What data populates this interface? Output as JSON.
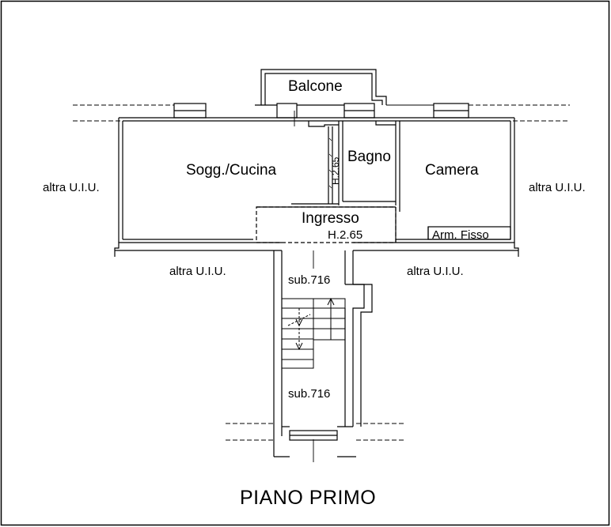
{
  "plan": {
    "title": "PIANO PRIMO",
    "rooms": {
      "balcone": "Balcone",
      "soggiorno_cucina": "Sogg./Cucina",
      "bagno": "Bagno",
      "camera": "Camera",
      "ingresso": "Ingresso",
      "arm_fisso": "Arm. Fisso"
    },
    "heights": {
      "ingresso_height": "H.2.65",
      "bagno_height": "H.2.65"
    },
    "neighbours": {
      "left": "altra U.I.U.",
      "right": "altra U.I.U.",
      "bottom_left": "altra U.I.U.",
      "bottom_right": "altra U.I.U."
    },
    "stair": {
      "upper_sub": "sub.716",
      "lower_sub": "sub.716"
    }
  },
  "colors": {
    "line": "#000000",
    "hatch": "#000000",
    "background": "#ffffff"
  }
}
